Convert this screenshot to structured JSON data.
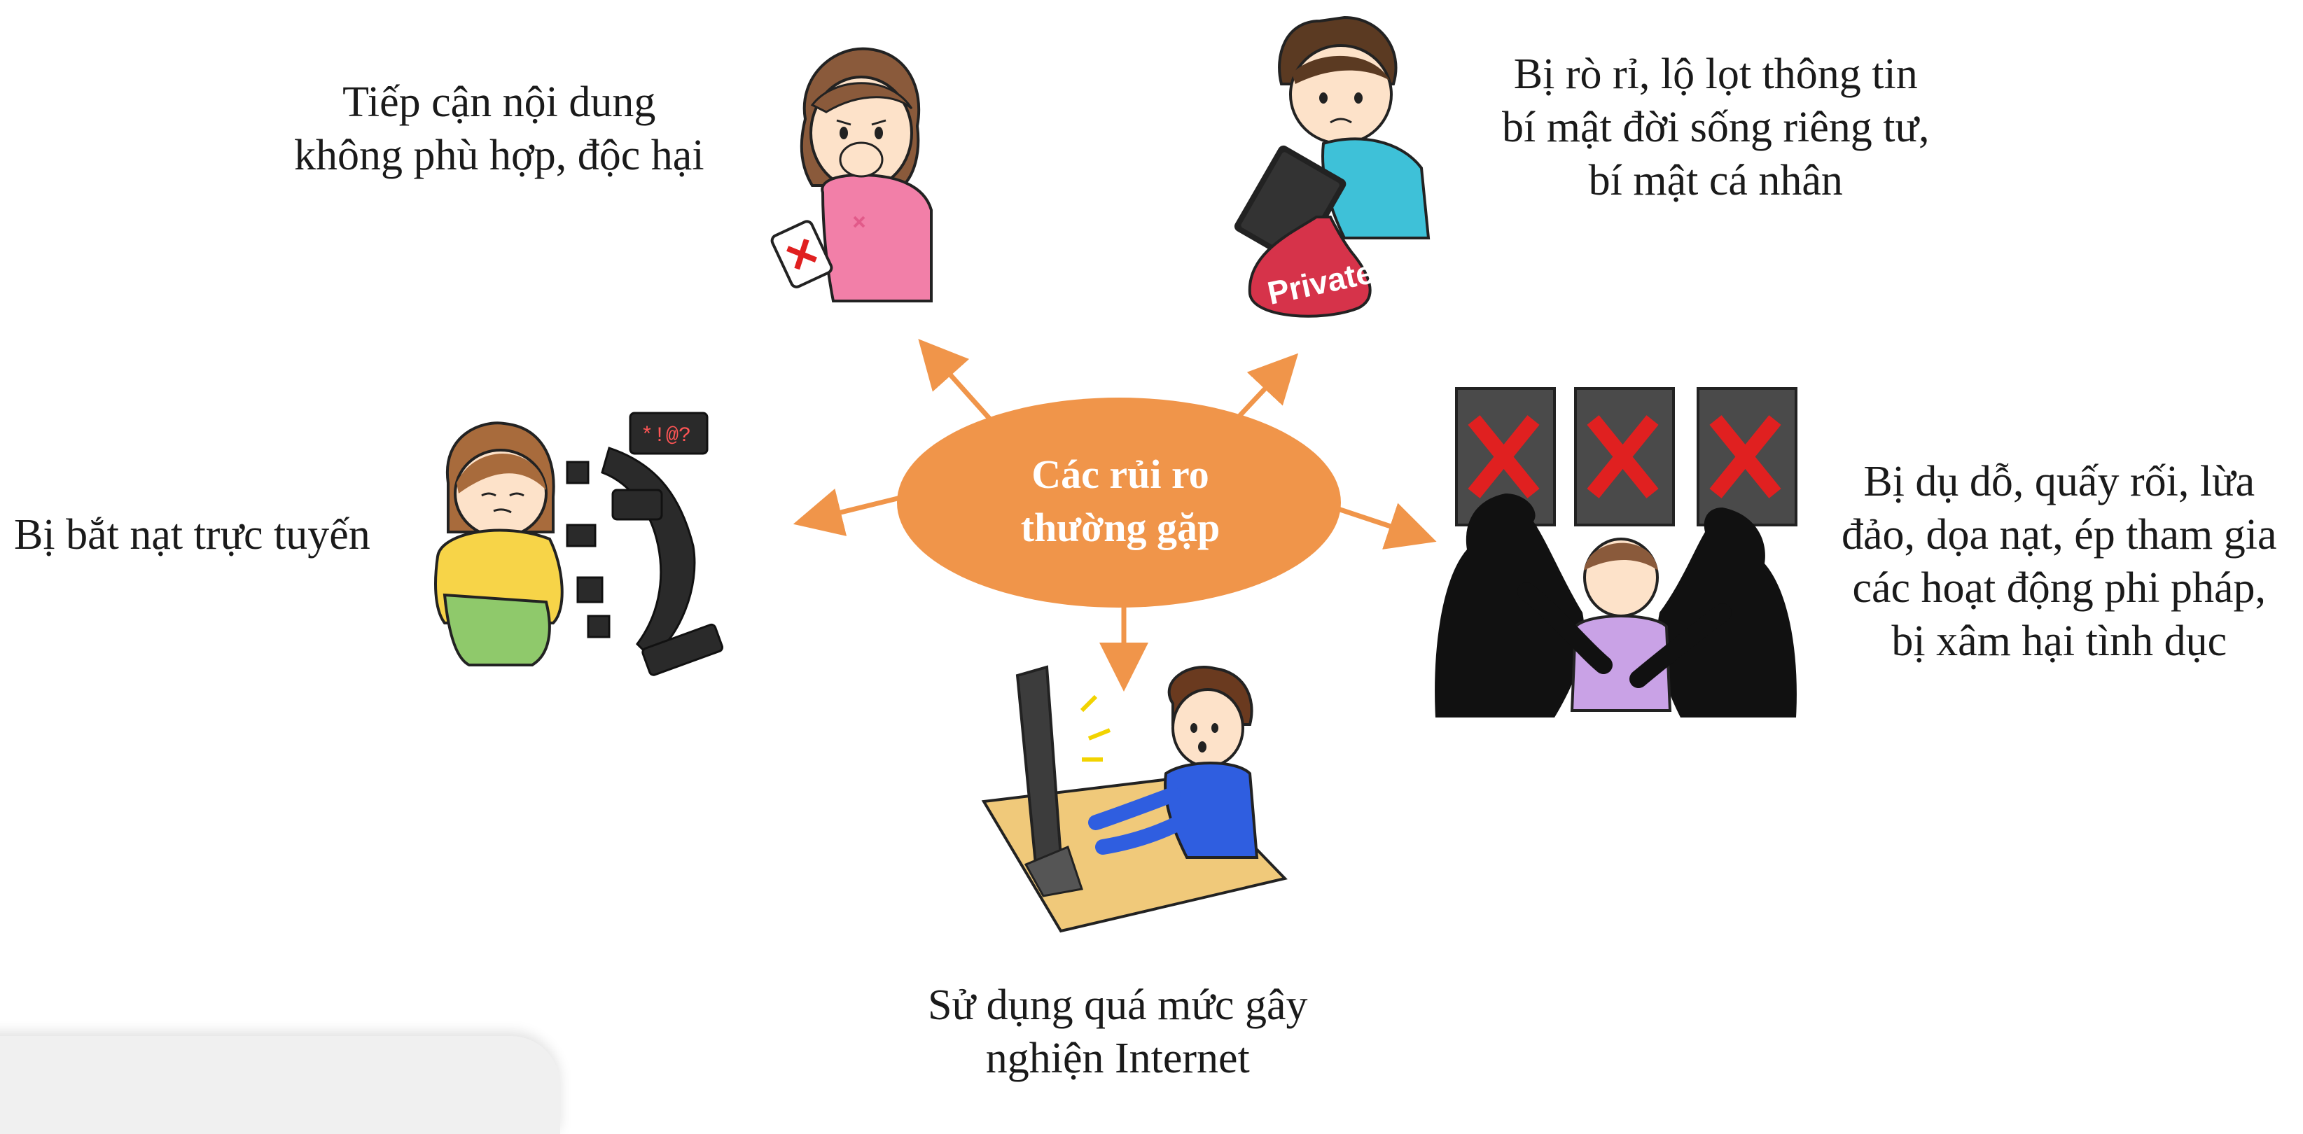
{
  "center": {
    "line1": "Các rủi ro",
    "line2": "thường gặp"
  },
  "risks": {
    "top_left": {
      "line1": "Tiếp cận nội dung",
      "line2": "không phù hợp, độc hại"
    },
    "top_right": {
      "line1": "Bị rò rỉ, lộ lọt thông tin",
      "line2": "bí mật đời sống riêng tư,",
      "line3": "bí mật cá nhân"
    },
    "left": {
      "line1": "Bị bắt nạt trực tuyến"
    },
    "right": {
      "line1": "Bị dụ dỗ, quấy rối, lừa",
      "line2": "đảo, dọa nạt, ép tham gia",
      "line3": "các hoạt động phi pháp,",
      "line4": "bị xâm hại tình dục"
    },
    "bottom": {
      "line1": "Sử dụng quá mức gây",
      "line2": "nghiện Internet"
    }
  },
  "illustration_text": {
    "private_bag": "Private",
    "curse_bubble": "*!@?"
  },
  "colors": {
    "center_fill": "#f0954a",
    "arrow": "#f0954a",
    "text": "#1a1a1a"
  }
}
